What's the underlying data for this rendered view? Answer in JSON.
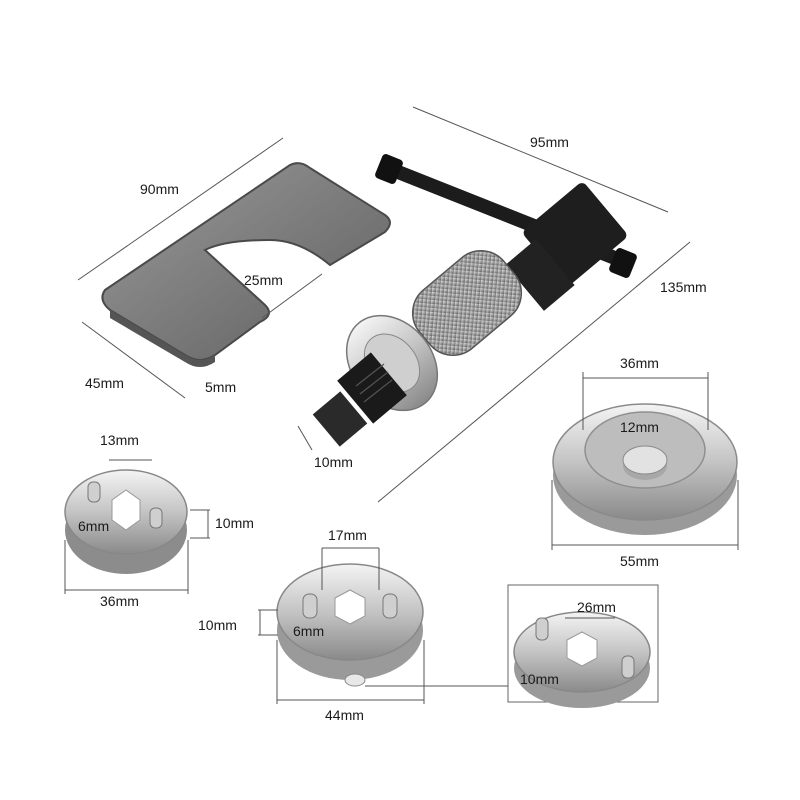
{
  "dimensions": {
    "plate_width": "90mm",
    "plate_slot": "25mm",
    "plate_height": "45mm",
    "plate_thickness": "5mm",
    "tool_handle": "95mm",
    "tool_length": "135mm",
    "tool_tip": "10mm",
    "disc_large_inner": "36mm",
    "disc_large_boss": "12mm",
    "disc_large_outer": "55mm",
    "disc_small_hole": "13mm",
    "disc_small_pin": "6mm",
    "disc_small_thick": "10mm",
    "disc_small_outer": "36mm",
    "disc_mid_hole": "17mm",
    "disc_mid_thick": "10mm",
    "disc_mid_pin": "6mm",
    "disc_mid_outer": "44mm",
    "disc_side_span": "26mm",
    "disc_side_hole": "10mm"
  },
  "colors": {
    "metal_light": "#e6e6e6",
    "metal_mid": "#b8b8b8",
    "metal_dark": "#6f6f6f",
    "plate": "#7d7d7d",
    "steel_black": "#1c1c1c"
  }
}
